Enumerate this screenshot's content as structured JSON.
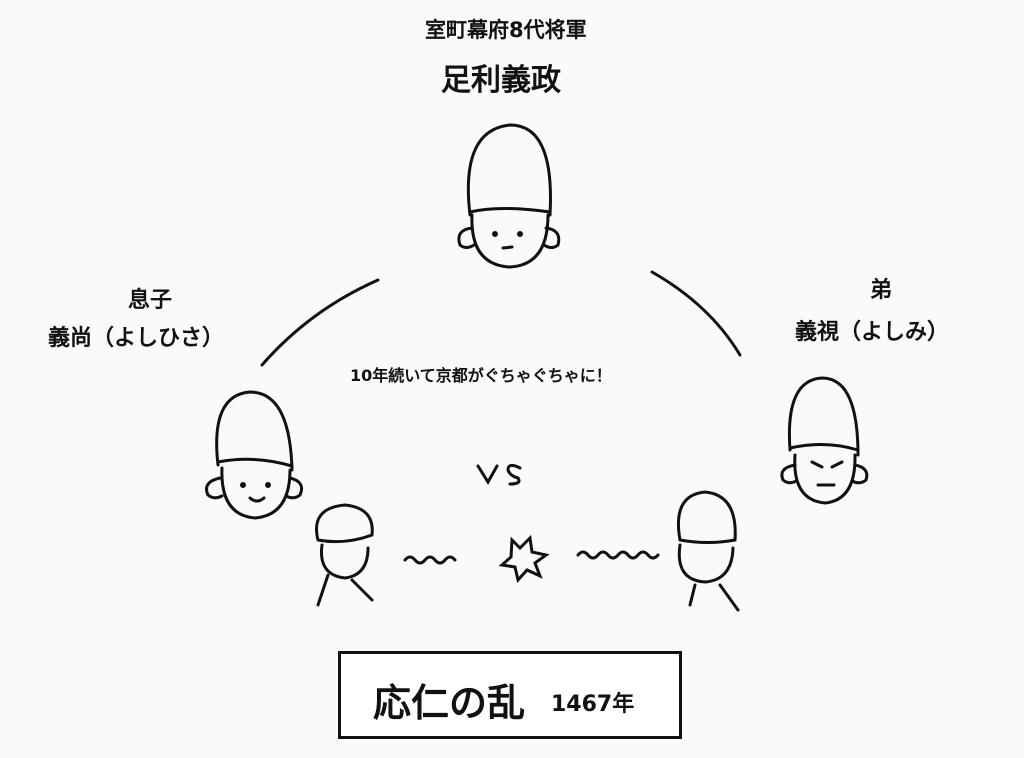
{
  "top": {
    "role": "室町幕府8代将軍",
    "name": "足利義政"
  },
  "left": {
    "relation": "息子",
    "name": "義尚（よしひさ）"
  },
  "right": {
    "relation": "弟",
    "name": "義視（よしみ）"
  },
  "caption": "10年続いて京都がぐちゃぐちゃに！",
  "vs": "VS",
  "title": {
    "event": "応仁の乱",
    "year": "1467年"
  }
}
